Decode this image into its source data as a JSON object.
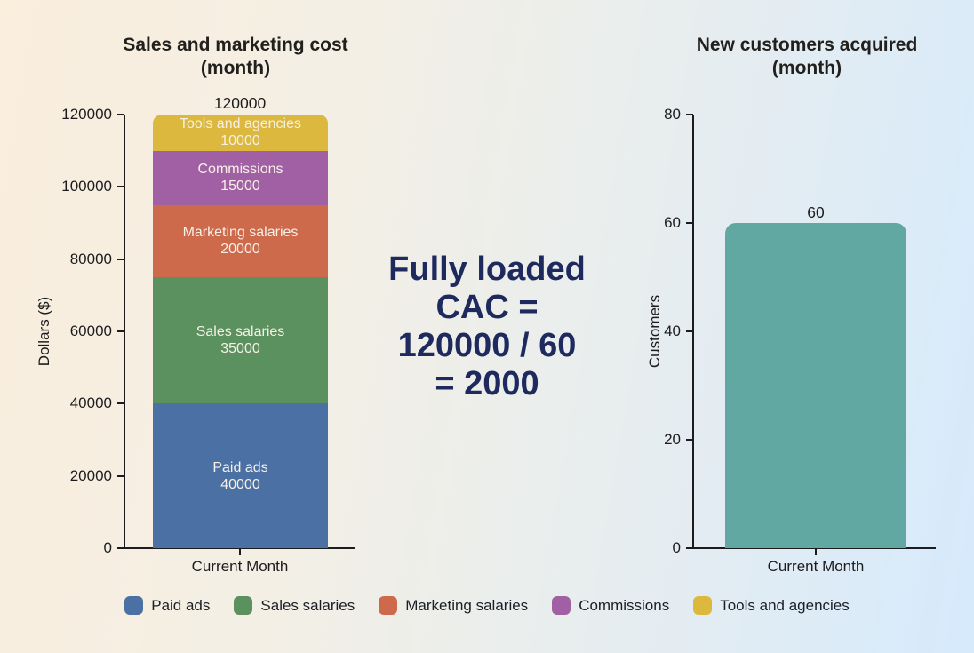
{
  "background": {
    "gradient_start": "#faeedd",
    "gradient_end": "#d6eafc"
  },
  "center_note": {
    "lines": [
      "Fully loaded",
      "CAC =",
      "120000 / 60",
      "= 2000"
    ],
    "color": "#1e2a5e"
  },
  "chart_data": [
    {
      "type": "bar",
      "variant": "stacked",
      "title": "Sales and marketing cost",
      "title_line2": "(month)",
      "categories": [
        "Current Month"
      ],
      "series": [
        {
          "name": "Paid ads",
          "values": [
            40000
          ],
          "color": "#4b70a3"
        },
        {
          "name": "Sales salaries",
          "values": [
            35000
          ],
          "color": "#5b905f"
        },
        {
          "name": "Marketing salaries",
          "values": [
            20000
          ],
          "color": "#cd6a4c"
        },
        {
          "name": "Commissions",
          "values": [
            15000
          ],
          "color": "#a160a3"
        },
        {
          "name": "Tools and agencies",
          "values": [
            10000
          ],
          "color": "#dcb83f"
        }
      ],
      "total_label": "120000",
      "xlabel": "",
      "ylabel": "Dollars ($)",
      "ylim": [
        0,
        120000
      ],
      "yticks": [
        0,
        20000,
        40000,
        60000,
        80000,
        100000,
        120000
      ],
      "grid": false,
      "legend_position": "bottom"
    },
    {
      "type": "bar",
      "variant": "single",
      "title": "New customers acquired",
      "title_line2": "(month)",
      "categories": [
        "Current Month"
      ],
      "series": [
        {
          "name": "Customers",
          "values": [
            60
          ],
          "color": "#62a8a2"
        }
      ],
      "bar_label": "60",
      "xlabel": "",
      "ylabel": "Customers",
      "ylim": [
        0,
        80
      ],
      "yticks": [
        0,
        20,
        40,
        60,
        80
      ],
      "grid": false
    }
  ],
  "legend": {
    "items": [
      {
        "label": "Paid ads",
        "color": "#4b70a3"
      },
      {
        "label": "Sales salaries",
        "color": "#5b905f"
      },
      {
        "label": "Marketing salaries",
        "color": "#cd6a4c"
      },
      {
        "label": "Commissions",
        "color": "#a160a3"
      },
      {
        "label": "Tools and agencies",
        "color": "#dcb83f"
      }
    ]
  }
}
